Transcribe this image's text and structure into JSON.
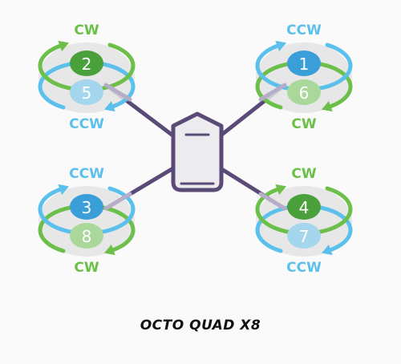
{
  "diagram": {
    "caption": "OCTO QUAD X8",
    "colors": {
      "cw": "#6cc04a",
      "ccw": "#5bc0eb",
      "frame": "#5a4a78",
      "arm_highlight": "#b6aec9",
      "body_fill": "#ececee",
      "prop_disc": "#e3e3e3",
      "top_badge_green": "#4aa03a",
      "top_badge_blue": "#3a9ed8",
      "bottom_badge_green": "#a9d89a",
      "bottom_badge_blue": "#a4d6ee"
    },
    "rotors": [
      {
        "position": "top-left",
        "top_motor": "2",
        "top_dir": "CW",
        "bottom_motor": "5",
        "bottom_dir": "CCW"
      },
      {
        "position": "top-right",
        "top_motor": "1",
        "top_dir": "CCW",
        "bottom_motor": "6",
        "bottom_dir": "CW"
      },
      {
        "position": "bottom-left",
        "top_motor": "3",
        "top_dir": "CCW",
        "bottom_motor": "8",
        "bottom_dir": "CW"
      },
      {
        "position": "bottom-right",
        "top_motor": "4",
        "top_dir": "CW",
        "bottom_motor": "7",
        "bottom_dir": "CCW"
      }
    ]
  }
}
